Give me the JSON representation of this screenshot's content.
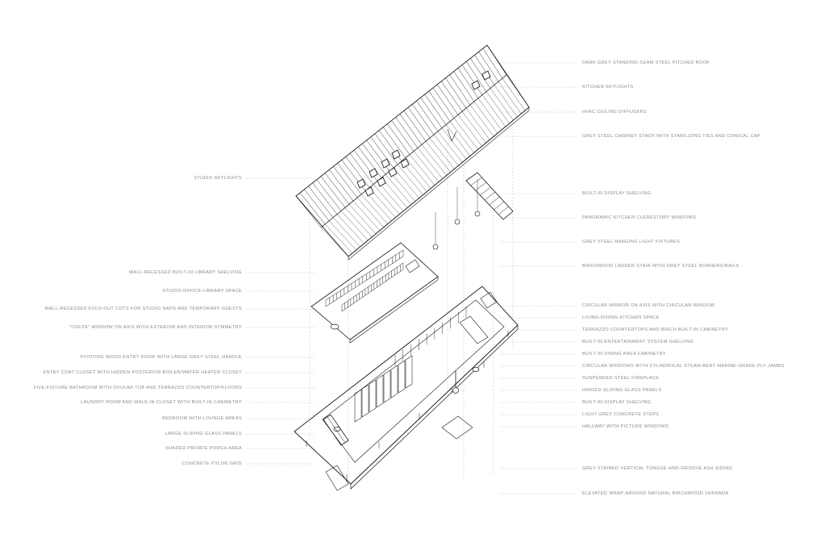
{
  "diagram": {
    "left_labels": [
      "STUDIO SKYLIGHTS",
      "WALL-RECESSED BUILT-IN LIBRARY SHELVING",
      "STUDIO-OFFICE-LIBRARY SPACE",
      "WALL-RECESSED FOLD-OUT COTS FOR STUDIO NAPS AND TEMPORARY GUESTS",
      "\"OXEYE\" WINDOW ON AXIS WITH EXTERIOR AND INTERIOR SYMMETRY",
      "PIVOTING WOOD ENTRY DOOR WITH LARGE GREY STEEL HANDLE",
      "ENTRY COAT CLOSET WITH HIDDEN POSTERIOR BOILER/WATER HEATER CLOSET",
      "FIVE-FIXTURE BATHROOM WITH OVULAR TUB AND TERRAZZO COUNTERTOP/FLOORS",
      "LAUNDRY ROOM AND WALK-IN CLOSET WITH BUILT-IN CABINETRY",
      "BEDROOM WITH LOUNGE AREAS",
      "LARGE SLIDING GLASS PANELS",
      "SHADED PRIVATE PORCH AREA",
      "CONCRETE PYLON GRID"
    ],
    "right_labels": [
      "DARK GREY STANDING-SEAM STEEL PITCHED ROOF",
      "KITCHEN SKYLIGHTS",
      "HVAC CEILING DIFFUSERS",
      "GREY STEEL CHIMNEY STACK WITH STABILIZING TIES AND CONICAL CAP",
      "BUILT-IN DISPLAY SHELVING",
      "PANORAMIC KITCHEN CLERESTORY WINDOWS",
      "GREY STEEL HANGING LIGHT FIXTURES",
      "BIRCHWOOD LADDER STAIR WITH GREY STEEL RUNNERS/RAILS",
      "CIRCULAR MIRROR ON AXIS WITH CIRCULAR WINDOW",
      "LIVING-DINING-KITCHEN SPACE",
      "TERRAZZO COUNTERTOPS AND BIRCH BUILT-IN CABINETRY",
      "BUILT-IN ENTERTAINMENT SYSTEM SHELVING",
      "BUILT-IN DINING AREA CABINETRY",
      "CIRCULAR WINDOWS WITH CYLINDRICAL STEAM-BENT MARINE-GRADE PLY JAMBS",
      "SUSPENDED STEEL FIREPLACE",
      "HINGED SLIDING GLASS PANELS",
      "BUILT-IN DISPLAY SHELVING",
      "LIGHT GREY CONCRETE STEPS",
      "HALLWAY WITH PICTURE WINDOWS",
      "GREY STAINED VERTICAL TONGUE-AND-GROOVE ASH SIDING",
      "ELEVATED WRAP-AROUND NATURAL BIRCHWOOD VERANDA"
    ],
    "colors": {
      "line": "#1a1a1a",
      "leader": "#bdbdbd",
      "label": "#8a8a8a"
    }
  }
}
